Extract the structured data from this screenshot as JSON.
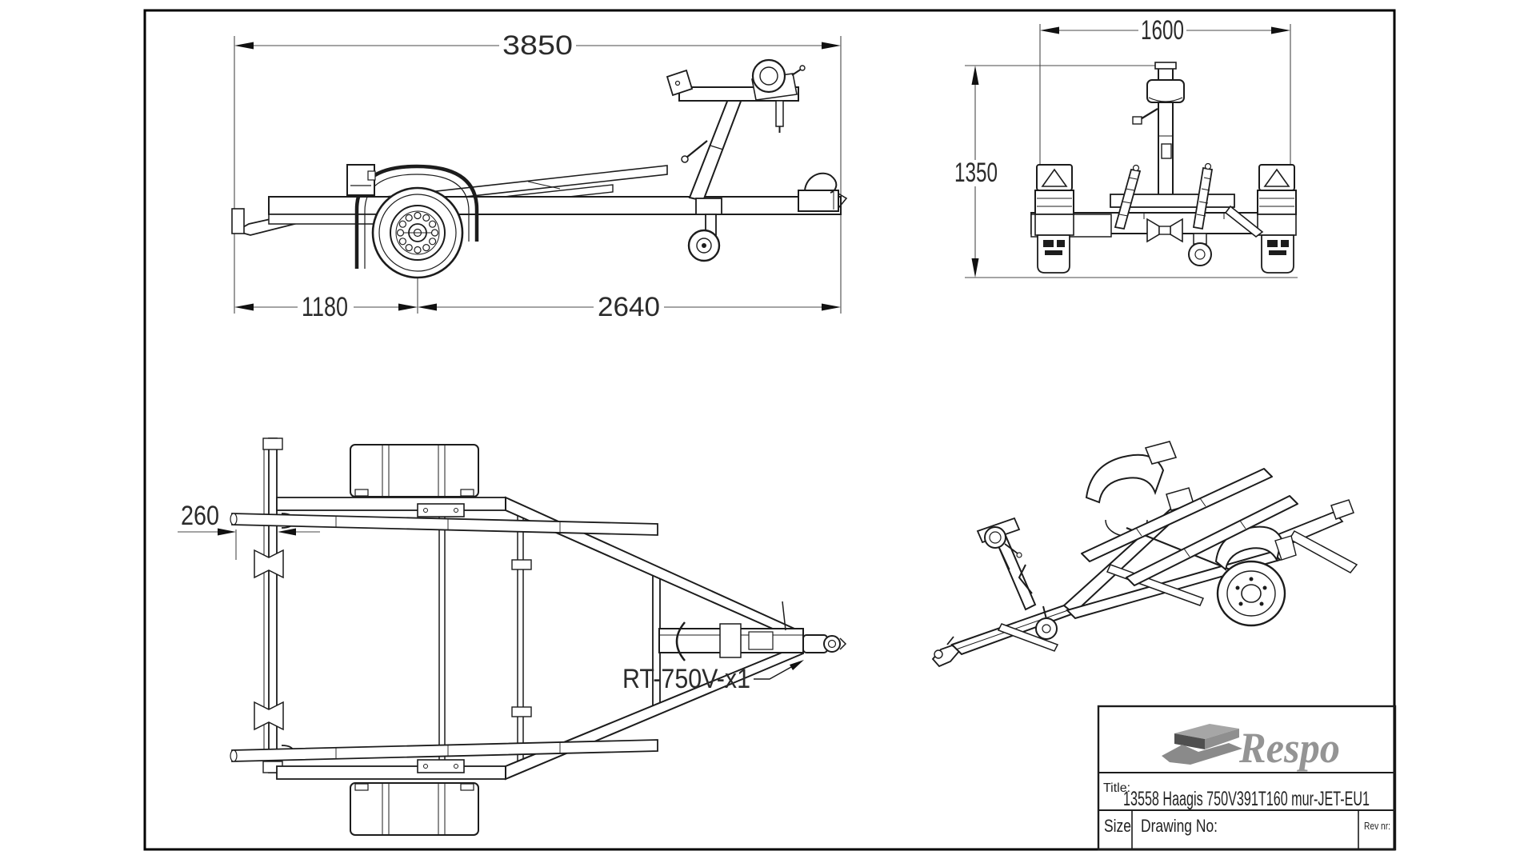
{
  "page": {
    "background": "#ffffff",
    "line_color": "#1c1c1c",
    "brand_gray": "#949494"
  },
  "dimensions": {
    "overall_length": "3850",
    "rear_to_axle": "1180",
    "axle_to_coupling": "2640",
    "overall_width": "1600",
    "overall_height": "1350",
    "bunk_overhang": "260"
  },
  "callout": {
    "part_label": "RT-750V-x1"
  },
  "title_block": {
    "brand": "Respo",
    "title_label": "Title:",
    "title_value": "13558 Haagis 750V391T160 mur-JET-EU1",
    "size_label": "Size",
    "drawing_no_label": "Drawing No:",
    "rev_label": "Rev nr:"
  }
}
